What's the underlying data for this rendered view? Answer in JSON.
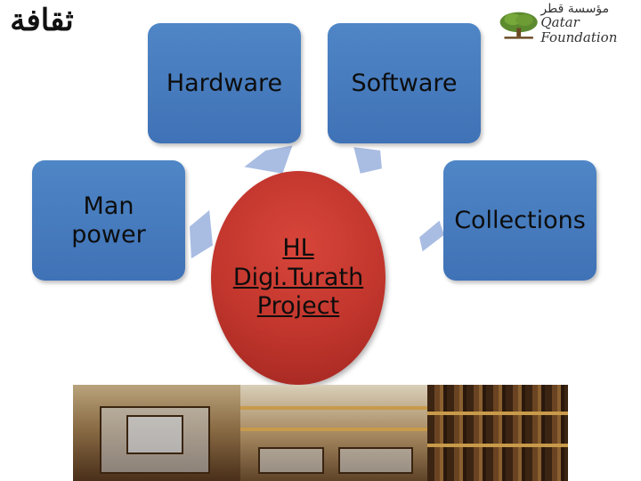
{
  "boxes": {
    "hardware": "Hardware",
    "software": "Software",
    "manpower": "Man\npower",
    "collections": "Collections"
  },
  "center": {
    "label": "HL\nDigi.Turath\nProject"
  },
  "logos": {
    "left_name": "ثقافة",
    "right_arabic": "مؤسسة قطر",
    "right_english": "Qatar Foundation"
  },
  "colors": {
    "box_blue": "#4f86c6",
    "center_red": "#c0352c",
    "arrow_fill": "#a9bde3"
  }
}
